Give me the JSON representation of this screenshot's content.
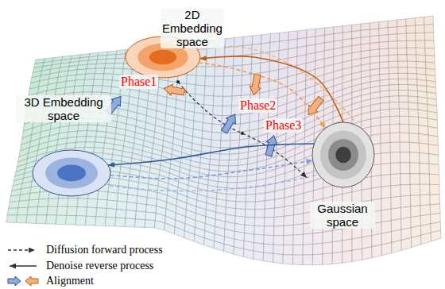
{
  "diagram": {
    "nodes": [
      {
        "text": [
          "2D Embedding space"
        ]
      },
      {
        "text": [
          "3D Embedding space"
        ]
      },
      {
        "text": [
          "Gaussian space"
        ]
      }
    ],
    "edges": [
      {
        "from": 0,
        "to": 2,
        "arrow": "to"
      },
      {
        "from": 2,
        "to": 0,
        "arrow": "to"
      },
      {
        "from": 1,
        "to": 2,
        "arrow": "to"
      },
      {
        "from": 2,
        "to": 1,
        "arrow": "to"
      }
    ],
    "labels": [
      "Phase1",
      "Phase2",
      "Phase3"
    ],
    "legend": [
      {
        "text": "Diffusion forward process"
      },
      {
        "text": "Denoise reverse process"
      },
      {
        "text": "Alignment"
      }
    ]
  }
}
